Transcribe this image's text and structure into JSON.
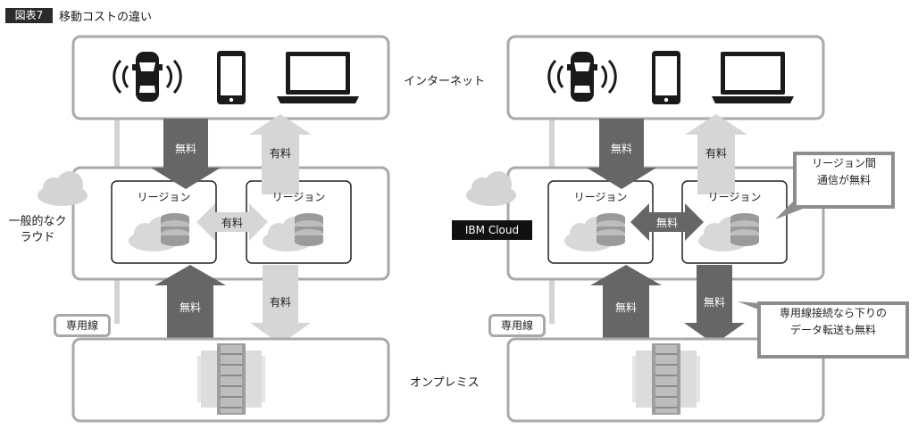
{
  "figure": {
    "badge": "図表7",
    "title": "移動コストの違い"
  },
  "layers": {
    "internet": "インターネット",
    "onpremise": "オンプレミス"
  },
  "colors": {
    "dark_arrow": "#666666",
    "light_arrow": "#d6d6d6",
    "box_border": "#a9a9a9",
    "icon": "#1a1a1a"
  },
  "icons": [
    "connected-car-icon",
    "smartphone-icon",
    "laptop-icon",
    "cloud-icon",
    "database-icon",
    "server-rack-icon"
  ],
  "left_diagram": {
    "cloud_label": "一般的なクラウド",
    "dedicated_line": "専用線",
    "regions": [
      "リージョン",
      "リージョン"
    ],
    "arrows": {
      "internet_to_cloud": "無料",
      "cloud_to_internet": "有料",
      "between_regions": "有料",
      "onprem_to_cloud": "無料",
      "cloud_to_onprem": "有料"
    }
  },
  "right_diagram": {
    "cloud_label": "IBM Cloud",
    "dedicated_line": "専用線",
    "regions": [
      "リージョン",
      "リージョン"
    ],
    "arrows": {
      "internet_to_cloud": "無料",
      "cloud_to_internet": "有料",
      "between_regions": "無料",
      "onprem_to_cloud": "無料",
      "cloud_to_onprem": "無料"
    },
    "callout_regions": "リージョン間\n通信が無料",
    "callout_dedicated": "専用線接続なら下りの\nデータ転送も無料"
  }
}
